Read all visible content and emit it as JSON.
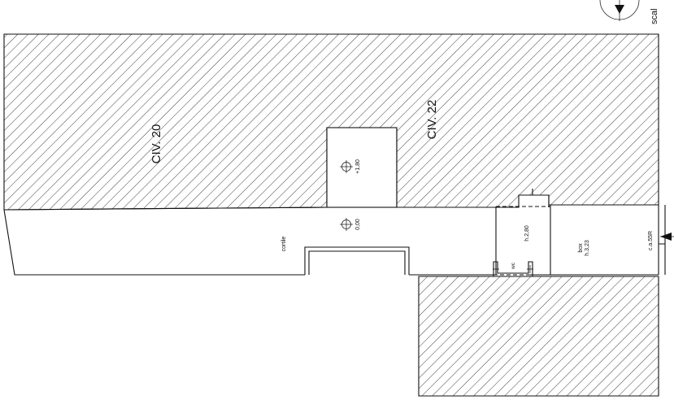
{
  "plan": {
    "civ20_label": "CIV. 20",
    "civ22_label": "CIV. 22",
    "level_upper": "+1,80",
    "level_ground": "0,00",
    "cortile_label": "cortile",
    "h280_label": "h.2,80",
    "box_label": "box",
    "box_height": "h.3,23",
    "wc_label": "wc",
    "ca_label": "c.a.55R",
    "scale_label": "scal"
  },
  "colors": {
    "line": "#111111",
    "background": "#ffffff"
  }
}
